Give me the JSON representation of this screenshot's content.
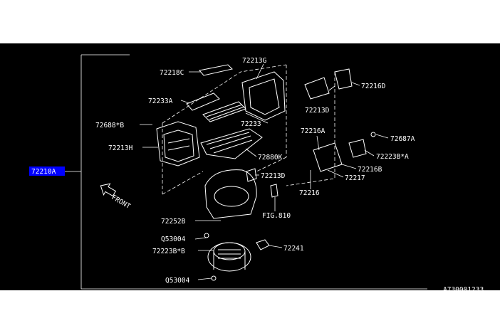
{
  "diagram": {
    "main_part_number": "72210A",
    "front_label": "FRONT",
    "figure_reference": "FIG.810",
    "drawing_id": "A730001233",
    "callouts": [
      "72218C",
      "72213G",
      "72233A",
      "72688*B",
      "72233",
      "72213H",
      "72880K",
      "72213D",
      "72216D",
      "72216A",
      "72687A",
      "72223B*A",
      "72216B",
      "72217",
      "72216",
      "72213D",
      "72252B",
      "Q53004",
      "72223B*B",
      "72241",
      "Q53004"
    ]
  },
  "colors": {
    "panel_background": "#000000",
    "page_background": "#ffffff",
    "line_art": "#ffffff",
    "highlight": "#0000ff"
  }
}
